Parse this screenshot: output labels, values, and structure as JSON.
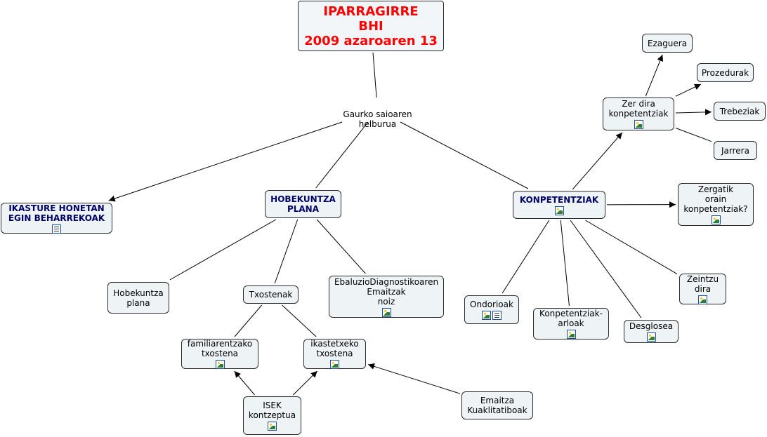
{
  "nodes": {
    "title": {
      "text": "IPARRAGIRRE\nBHI\n2009 azaroaren 13"
    },
    "center": {
      "text": "Gaurko saioaren\nhelburua"
    },
    "ikasture": {
      "text": "IKASTURE HONETAN\nEGIN BEHARREKOAK",
      "icons": [
        "document-icon"
      ]
    },
    "hobekuntza": {
      "text": "HOBEKUNTZA\nPLANA"
    },
    "konpetentziak": {
      "text": "KONPETENTZIAK",
      "icons": [
        "image-icon"
      ]
    },
    "hobekuntza_plana": {
      "text": "Hobekuntza\nplana"
    },
    "txostenak": {
      "text": "Txostenak"
    },
    "ebaluzio": {
      "text": "EbaluzioDiagnostikoaren\nEmaitzak\nnoiz",
      "icons": [
        "image-icon"
      ]
    },
    "familia": {
      "text": "familiarentzako\ntxostena",
      "icons": [
        "image-icon"
      ]
    },
    "ikastetxe": {
      "text": "ikastetxeko\ntxostena",
      "icons": [
        "image-icon"
      ]
    },
    "isek": {
      "text": "ISEK\nkontzeptua",
      "icons": [
        "image-icon"
      ]
    },
    "emaitza": {
      "text": "Emaitza\nKuaklitatiboak"
    },
    "zer_dira": {
      "text": "Zer dira\nkonpetentziak",
      "icons": [
        "image-icon"
      ]
    },
    "ezaguera": {
      "text": "Ezaguera"
    },
    "prozedurak": {
      "text": "Prozedurak"
    },
    "trebeziak": {
      "text": "Trebeziak"
    },
    "jarrera": {
      "text": "Jarrera"
    },
    "zergatik": {
      "text": "Zergatik\norain\nkonpetentziak?",
      "icons": [
        "image-icon"
      ]
    },
    "zeintzu": {
      "text": "Zeintzu\ndira",
      "icons": [
        "image-icon"
      ]
    },
    "ondorioak": {
      "text": "Ondorioak",
      "icons": [
        "image-icon",
        "document-icon"
      ]
    },
    "arloak": {
      "text": "Konpetentziak-\narloak",
      "icons": [
        "image-icon"
      ]
    },
    "desglosea": {
      "text": "Desglosea",
      "icons": [
        "image-icon"
      ]
    }
  },
  "edges": [
    {
      "from": "title",
      "to": "center",
      "arrow": false
    },
    {
      "from": "center",
      "to": "ikasture",
      "arrow": true
    },
    {
      "from": "center",
      "to": "hobekuntza",
      "arrow": false
    },
    {
      "from": "center",
      "to": "konpetentziak",
      "arrow": false
    },
    {
      "from": "hobekuntza",
      "to": "hobekuntza_plana",
      "arrow": false
    },
    {
      "from": "hobekuntza",
      "to": "txostenak",
      "arrow": false
    },
    {
      "from": "hobekuntza",
      "to": "ebaluzio",
      "arrow": false
    },
    {
      "from": "txostenak",
      "to": "familia",
      "arrow": false
    },
    {
      "from": "txostenak",
      "to": "ikastetxe",
      "arrow": false
    },
    {
      "from": "isek",
      "to": "familia",
      "arrow": true
    },
    {
      "from": "isek",
      "to": "ikastetxe",
      "arrow": true
    },
    {
      "from": "emaitza",
      "to": "ikastetxe",
      "arrow": true
    },
    {
      "from": "konpetentziak",
      "to": "zer_dira",
      "arrow": true
    },
    {
      "from": "konpetentziak",
      "to": "zergatik",
      "arrow": true
    },
    {
      "from": "konpetentziak",
      "to": "ondorioak",
      "arrow": false
    },
    {
      "from": "konpetentziak",
      "to": "arloak",
      "arrow": false
    },
    {
      "from": "konpetentziak",
      "to": "desglosea",
      "arrow": false
    },
    {
      "from": "konpetentziak",
      "to": "zeintzu",
      "arrow": false
    },
    {
      "from": "zer_dira",
      "to": "ezaguera",
      "arrow": true
    },
    {
      "from": "zer_dira",
      "to": "prozedurak",
      "arrow": true
    },
    {
      "from": "zer_dira",
      "to": "trebeziak",
      "arrow": true
    },
    {
      "from": "zer_dira",
      "to": "jarrera",
      "arrow": false
    }
  ],
  "colors": {
    "title_text": "#ff0000",
    "bold_text": "#000066",
    "node_bg": "#eef3f6",
    "line": "#000000"
  }
}
